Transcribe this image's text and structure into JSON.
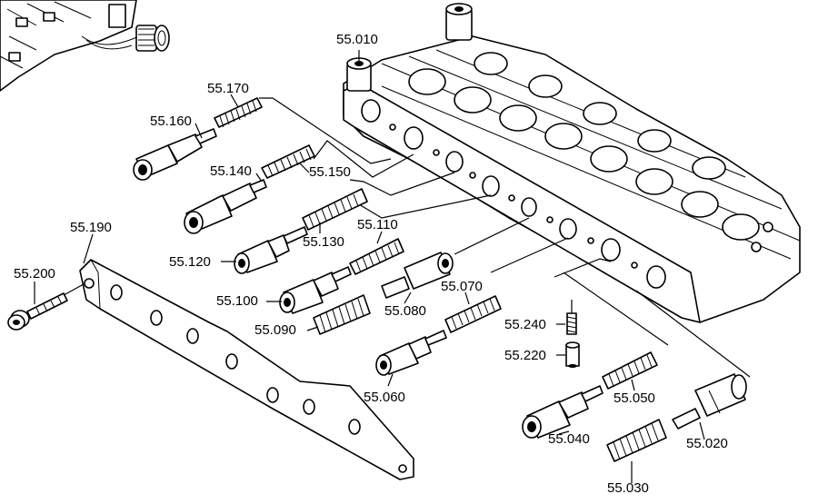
{
  "labels": {
    "p55010": "55.010",
    "p55020": "55.020",
    "p55030": "55.030",
    "p55040": "55.040",
    "p55050": "55.050",
    "p55060": "55.060",
    "p55070": "55.070",
    "p55080": "55.080",
    "p55090": "55.090",
    "p55100": "55.100",
    "p55110": "55.110",
    "p55120": "55.120",
    "p55130": "55.130",
    "p55140": "55.140",
    "p55150": "55.150",
    "p55160": "55.160",
    "p55170": "55.170",
    "p55190": "55.190",
    "p55200": "55.200",
    "p55220": "55.220",
    "p55240": "55.240"
  }
}
